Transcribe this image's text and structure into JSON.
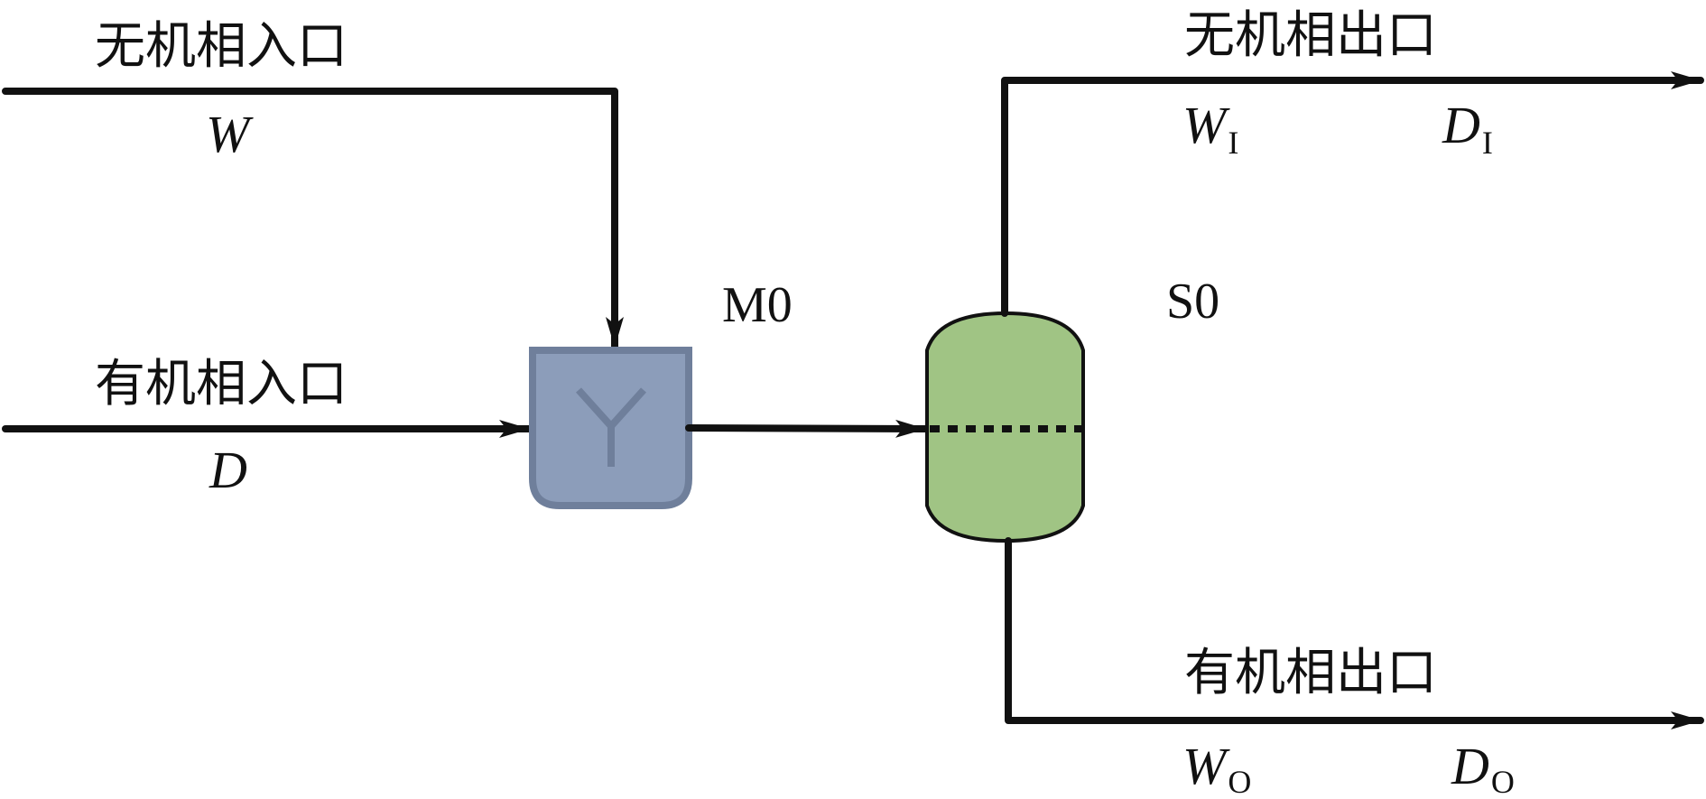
{
  "streams": {
    "inorganic_inlet": {
      "label": "无机相入口",
      "var": "W"
    },
    "organic_inlet": {
      "label": "有机相入口",
      "var": "D"
    },
    "inorganic_outlet": {
      "label": "无机相出口",
      "vars": [
        {
          "base": "W",
          "sub": "I"
        },
        {
          "base": "D",
          "sub": "I"
        }
      ]
    },
    "organic_outlet": {
      "label": "有机相出口",
      "vars": [
        {
          "base": "W",
          "sub": "O"
        },
        {
          "base": "D",
          "sub": "O"
        }
      ]
    }
  },
  "units": {
    "mixer": {
      "label": "M0",
      "icon": "y-merge-icon",
      "fill": "#8c9dba",
      "border": "#6f7f9b"
    },
    "separator": {
      "label": "S0",
      "icon": "phase-separator-icon",
      "fill": "#a0c484",
      "border": "#111111"
    }
  }
}
